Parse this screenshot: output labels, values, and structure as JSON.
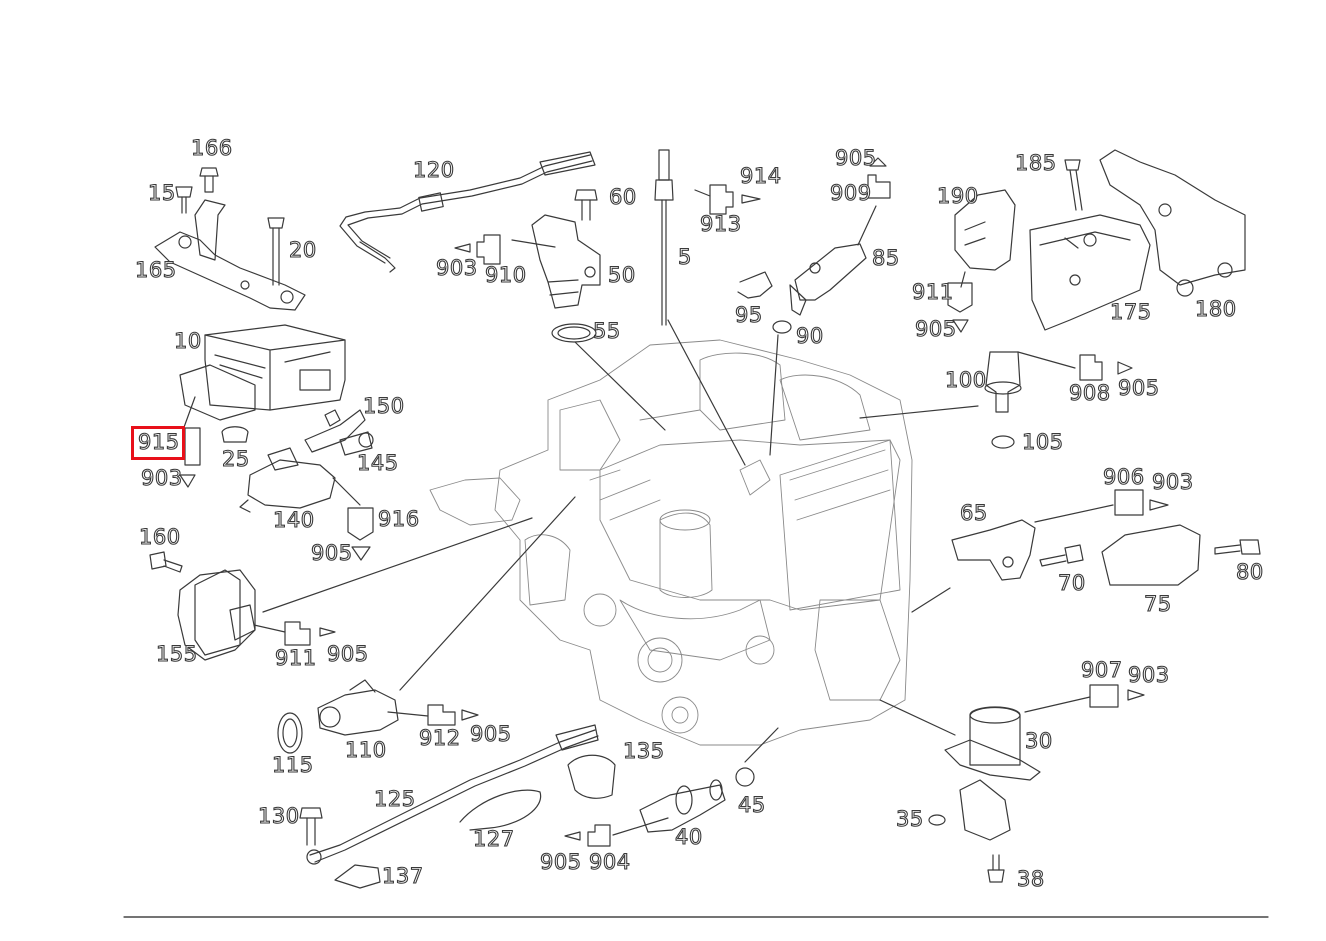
{
  "highlight_color": "#e8101a",
  "line_color": "#3a3a3a",
  "highlighted_part": "915",
  "callouts": [
    {
      "id": "166",
      "label": "166"
    },
    {
      "id": "15",
      "label": "15"
    },
    {
      "id": "20",
      "label": "20"
    },
    {
      "id": "165",
      "label": "165"
    },
    {
      "id": "120",
      "label": "120"
    },
    {
      "id": "60",
      "label": "60"
    },
    {
      "id": "903a",
      "label": "903"
    },
    {
      "id": "910",
      "label": "910"
    },
    {
      "id": "50",
      "label": "50"
    },
    {
      "id": "55",
      "label": "55"
    },
    {
      "id": "5",
      "label": "5"
    },
    {
      "id": "914",
      "label": "914"
    },
    {
      "id": "913",
      "label": "913"
    },
    {
      "id": "905a",
      "label": "905"
    },
    {
      "id": "909",
      "label": "909"
    },
    {
      "id": "85",
      "label": "85"
    },
    {
      "id": "95",
      "label": "95"
    },
    {
      "id": "90",
      "label": "90"
    },
    {
      "id": "185",
      "label": "185"
    },
    {
      "id": "190",
      "label": "190"
    },
    {
      "id": "911a",
      "label": "911"
    },
    {
      "id": "905b",
      "label": "905"
    },
    {
      "id": "175",
      "label": "175"
    },
    {
      "id": "180",
      "label": "180"
    },
    {
      "id": "10",
      "label": "10"
    },
    {
      "id": "150",
      "label": "150"
    },
    {
      "id": "915",
      "label": "915"
    },
    {
      "id": "25",
      "label": "25"
    },
    {
      "id": "145",
      "label": "145"
    },
    {
      "id": "903b",
      "label": "903"
    },
    {
      "id": "140",
      "label": "140"
    },
    {
      "id": "916",
      "label": "916"
    },
    {
      "id": "905c",
      "label": "905"
    },
    {
      "id": "100",
      "label": "100"
    },
    {
      "id": "908",
      "label": "908"
    },
    {
      "id": "905d",
      "label": "905"
    },
    {
      "id": "105",
      "label": "105"
    },
    {
      "id": "906",
      "label": "906"
    },
    {
      "id": "903c",
      "label": "903"
    },
    {
      "id": "65",
      "label": "65"
    },
    {
      "id": "70",
      "label": "70"
    },
    {
      "id": "75",
      "label": "75"
    },
    {
      "id": "80",
      "label": "80"
    },
    {
      "id": "160",
      "label": "160"
    },
    {
      "id": "155",
      "label": "155"
    },
    {
      "id": "911b",
      "label": "911"
    },
    {
      "id": "905e",
      "label": "905"
    },
    {
      "id": "907",
      "label": "907"
    },
    {
      "id": "903d",
      "label": "903"
    },
    {
      "id": "30",
      "label": "30"
    },
    {
      "id": "115",
      "label": "115"
    },
    {
      "id": "110",
      "label": "110"
    },
    {
      "id": "912",
      "label": "912"
    },
    {
      "id": "905f",
      "label": "905"
    },
    {
      "id": "135",
      "label": "135"
    },
    {
      "id": "125",
      "label": "125"
    },
    {
      "id": "130",
      "label": "130"
    },
    {
      "id": "127",
      "label": "127"
    },
    {
      "id": "45",
      "label": "45"
    },
    {
      "id": "40",
      "label": "40"
    },
    {
      "id": "905g",
      "label": "905"
    },
    {
      "id": "904",
      "label": "904"
    },
    {
      "id": "137",
      "label": "137"
    },
    {
      "id": "35",
      "label": "35"
    },
    {
      "id": "38",
      "label": "38"
    }
  ]
}
